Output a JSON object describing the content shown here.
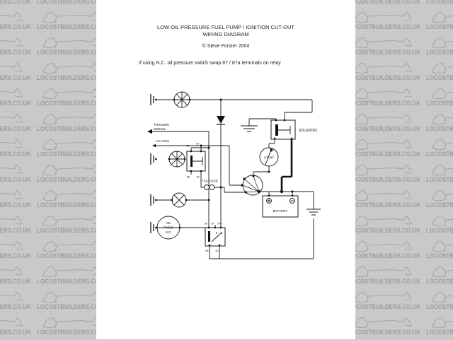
{
  "watermark": {
    "text": "LOCOSTBUILDERS.CO.UK"
  },
  "header": {
    "title_line1": "LOW OIL PRESSURE  FUEL PUMP / IGNITION CUT-OUT",
    "title_line2": "WIRING DIAGRAM",
    "copyright": "© Steve Forster 2004",
    "note": "If using N.C. oil pressure switch swap 87 / 87a terminals on relay"
  },
  "diagram": {
    "labels": {
      "trigger_line1": "TRIGGER",
      "trigger_line2": "SIGNAL",
      "coil": "+ve COIL",
      "fuse": "7.5A FUSE",
      "solenoid": "SOLENOID",
      "start": "START",
      "battery": "BATTERY",
      "oil_line1": "OIL",
      "oil_line2": "PRESS",
      "oil_line3": "N.O."
    },
    "relay1": {
      "terminals_top": [
        "86",
        "87"
      ],
      "terminals_bottom": [
        "85",
        "30"
      ]
    },
    "relay2": {
      "terminals_top": [
        "86",
        "87",
        "87a"
      ],
      "terminals_bottom": [
        "85",
        "30"
      ]
    }
  }
}
